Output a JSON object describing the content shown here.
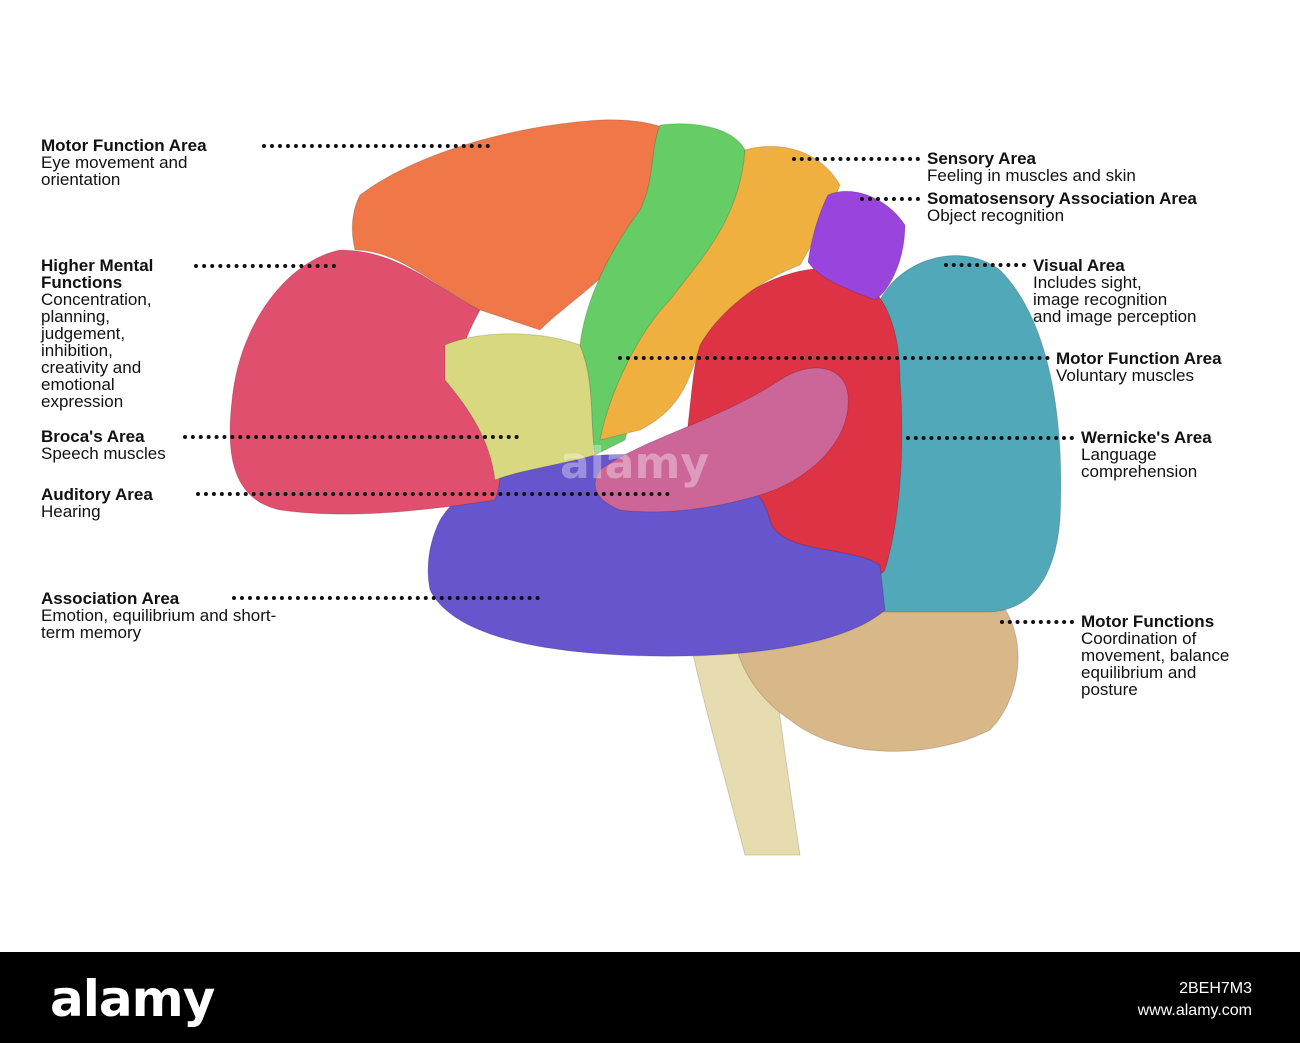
{
  "labels": {
    "motor_eye": {
      "title": "Motor Function Area",
      "desc": [
        "Eye movement and",
        "orientation"
      ]
    },
    "higher_mental": {
      "title": [
        "Higher Mental",
        "Functions"
      ],
      "desc": [
        "Concentration,",
        "planning,",
        "judgement,",
        "inhibition,",
        "creativity and",
        "emotional",
        "expression"
      ]
    },
    "broca": {
      "title": "Broca's Area",
      "desc": [
        "Speech muscles"
      ]
    },
    "auditory": {
      "title": "Auditory Area",
      "desc": [
        "Hearing"
      ]
    },
    "association": {
      "title": "Association Area",
      "desc": [
        "Emotion, equilibrium and short-",
        "term memory"
      ]
    },
    "sensory": {
      "title": "Sensory Area",
      "desc": [
        "Feeling in muscles and skin"
      ]
    },
    "somatosensory": {
      "title": "Somatosensory Association Area",
      "desc": [
        "Object recognition"
      ]
    },
    "visual": {
      "title": "Visual Area",
      "desc": [
        "Includes sight,",
        "image recognition",
        "and image perception"
      ]
    },
    "motor_voluntary": {
      "title": "Motor Function Area",
      "desc": [
        "Voluntary muscles"
      ]
    },
    "wernicke": {
      "title": "Wernicke's Area",
      "desc": [
        "Language",
        "comprehension"
      ]
    },
    "motor_functions": {
      "title": "Motor Functions",
      "desc": [
        "Coordination of",
        "movement, balance",
        "equilibrium and",
        "posture"
      ]
    }
  },
  "region_colors": {
    "frontal_prefrontal": "#e0506e",
    "frontal_motor_eye": "#f07848",
    "premotor": "#d8d880",
    "primary_motor": "#66cc66",
    "primary_sensory": "#f0b040",
    "somatosensory_assoc": "#9944dd",
    "visual": "#50a8b8",
    "parietal_red": "#dd3344",
    "insula": "#cc6699",
    "temporal": "#6655cc",
    "cerebellum": "#d8b888",
    "brainstem": "#e6dcb0"
  },
  "watermark": "alamy",
  "footer": {
    "logo": "alamy",
    "image_id": "2BEH7M3",
    "url": "www.alamy.com"
  }
}
